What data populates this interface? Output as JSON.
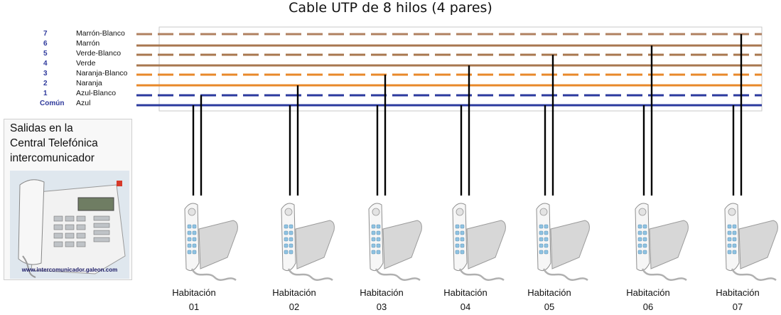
{
  "title": "Cable UTP de 8 hilos (4 pares)",
  "legend": [
    {
      "num": "7",
      "name": "Marrón-Blanco",
      "color": "#b08060",
      "dashed": true
    },
    {
      "num": "6",
      "name": "Marrón",
      "color": "#a8774f",
      "dashed": false
    },
    {
      "num": "5",
      "name": "Verde-Blanco",
      "color": "#a8774f",
      "dashed": true
    },
    {
      "num": "4",
      "name": "Verde",
      "color": "#a8774f",
      "dashed": false
    },
    {
      "num": "3",
      "name": "Naranja-Blanco",
      "color": "#e8882a",
      "dashed": true
    },
    {
      "num": "2",
      "name": "Naranja",
      "color": "#e8882a",
      "dashed": false
    },
    {
      "num": "1",
      "name": "Azul-Blanco",
      "color": "#2b3a9e",
      "dashed": true
    },
    {
      "num": "Común",
      "name": "Azul",
      "color": "#2b3a9e",
      "dashed": false
    }
  ],
  "central": {
    "label": "Salidas en la\nCentral Telefónica\nintercomunicador",
    "url": "www.intercomunicador.galeon.com",
    "icon": "pbx-phone-icon"
  },
  "rooms": [
    {
      "label": "Habitación",
      "number": "01",
      "line": "1"
    },
    {
      "label": "Habitación",
      "number": "02",
      "line": "2"
    },
    {
      "label": "Habitación",
      "number": "03",
      "line": "3"
    },
    {
      "label": "Habitación",
      "number": "04",
      "line": "4"
    },
    {
      "label": "Habitación",
      "number": "05",
      "line": "5"
    },
    {
      "label": "Habitación",
      "number": "06",
      "line": "6"
    },
    {
      "label": "Habitación",
      "number": "07",
      "line": "7"
    }
  ],
  "room_icon": "wall-phone-icon"
}
